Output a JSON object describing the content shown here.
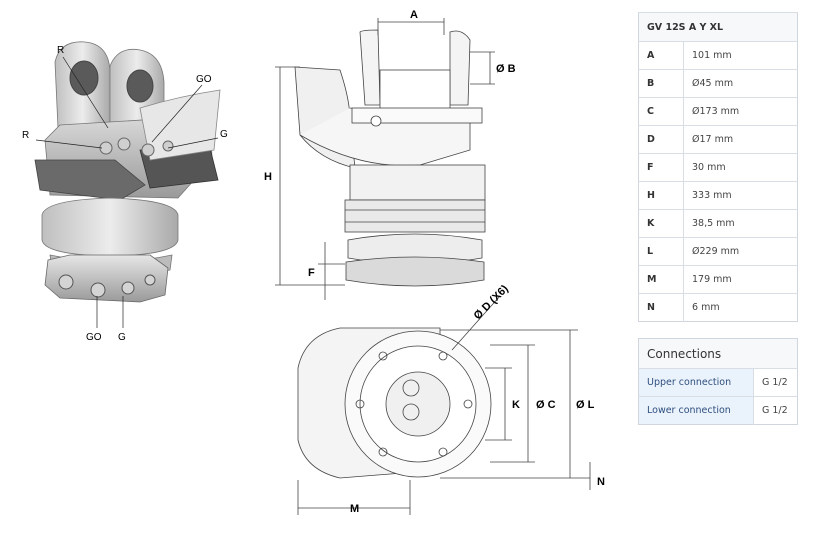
{
  "iso_labels": {
    "r_top": "R",
    "go_right": "GO",
    "r_left": "R",
    "g_right": "G",
    "go_bottom": "GO",
    "g_bottom": "G"
  },
  "dim_labels": {
    "a": "A",
    "b": "Ø B",
    "h": "H",
    "f": "F",
    "d": "Ø D (X6)",
    "k": "K",
    "c": "Ø C",
    "l": "Ø L",
    "m": "M",
    "n": "N"
  },
  "specs": {
    "model": "GV 12S A Y XL",
    "rows": [
      {
        "key": "A",
        "value": "101 mm"
      },
      {
        "key": "B",
        "value": "Ø45 mm"
      },
      {
        "key": "C",
        "value": "Ø173 mm"
      },
      {
        "key": "D",
        "value": "Ø17 mm"
      },
      {
        "key": "F",
        "value": "30 mm"
      },
      {
        "key": "H",
        "value": "333 mm"
      },
      {
        "key": "K",
        "value": "38,5 mm"
      },
      {
        "key": "L",
        "value": "Ø229 mm"
      },
      {
        "key": "M",
        "value": "179 mm"
      },
      {
        "key": "N",
        "value": "6 mm"
      }
    ]
  },
  "connections": {
    "title": "Connections",
    "rows": [
      {
        "label": "Upper connection",
        "value": "G 1/2"
      },
      {
        "label": "Lower connection",
        "value": "G 1/2"
      }
    ]
  }
}
